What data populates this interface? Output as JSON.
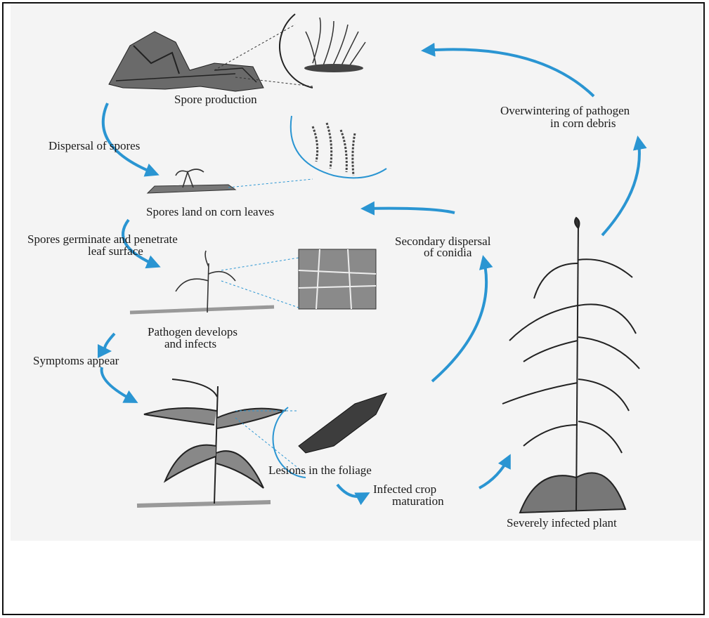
{
  "diagram": {
    "labels": {
      "spore_production": "Spore production",
      "dispersal_of_spores": "Dispersal of spores",
      "spores_land": "Spores land on corn leaves",
      "germinate_line1": "Spores germinate and penetrate",
      "germinate_line2": "leaf surface",
      "pathogen_line1": "Pathogen develops",
      "pathogen_line2": "and infects",
      "symptoms": "Symptoms appear",
      "lesions": "Lesions in the foliage",
      "maturation_line1": "Infected crop",
      "maturation_line2": "maturation",
      "severely_infected": "Severely infected plant",
      "secondary_line1": "Secondary dispersal",
      "secondary_line2": "of conidia",
      "overwintering_line1": "Overwintering of pathogen",
      "overwintering_line2": "in corn debris"
    },
    "colors": {
      "arrow": "#2a95d2",
      "ink": "#1a1a1a",
      "leader": "#2a95d2"
    }
  }
}
